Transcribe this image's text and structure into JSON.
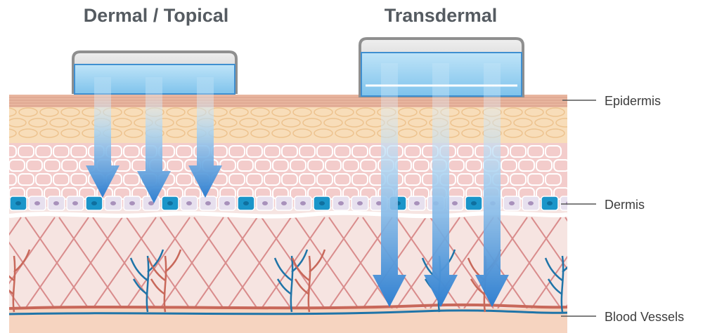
{
  "headings": {
    "dermal": "Dermal / Topical",
    "transdermal": "Transdermal"
  },
  "callouts": [
    {
      "key": "epidermis",
      "label": "Epidermis"
    },
    {
      "key": "dermis",
      "label": "Dermis"
    },
    {
      "key": "blood-vessels",
      "label": "Blood Vessels"
    }
  ],
  "colors": {
    "stratum_corneum": "#e8b59e",
    "upper_epidermis": "#f8ddb9",
    "lower_epidermis": "#f3cccb",
    "dermis_bg": "#f6e4e1",
    "basal_cell": "#e7e0ee",
    "basal_nucleus": "#a891bb",
    "basal_blue": "#1b95c9",
    "fiber": "#d98c8c",
    "vessel_red": "#c8685a",
    "vessel_blue": "#1f74a8",
    "patch_frame": "#8f8f8f",
    "patch_gel": "#9fd5f1",
    "patch_border": "#3f8fd0",
    "arrow_blue": "#4a90d9"
  }
}
